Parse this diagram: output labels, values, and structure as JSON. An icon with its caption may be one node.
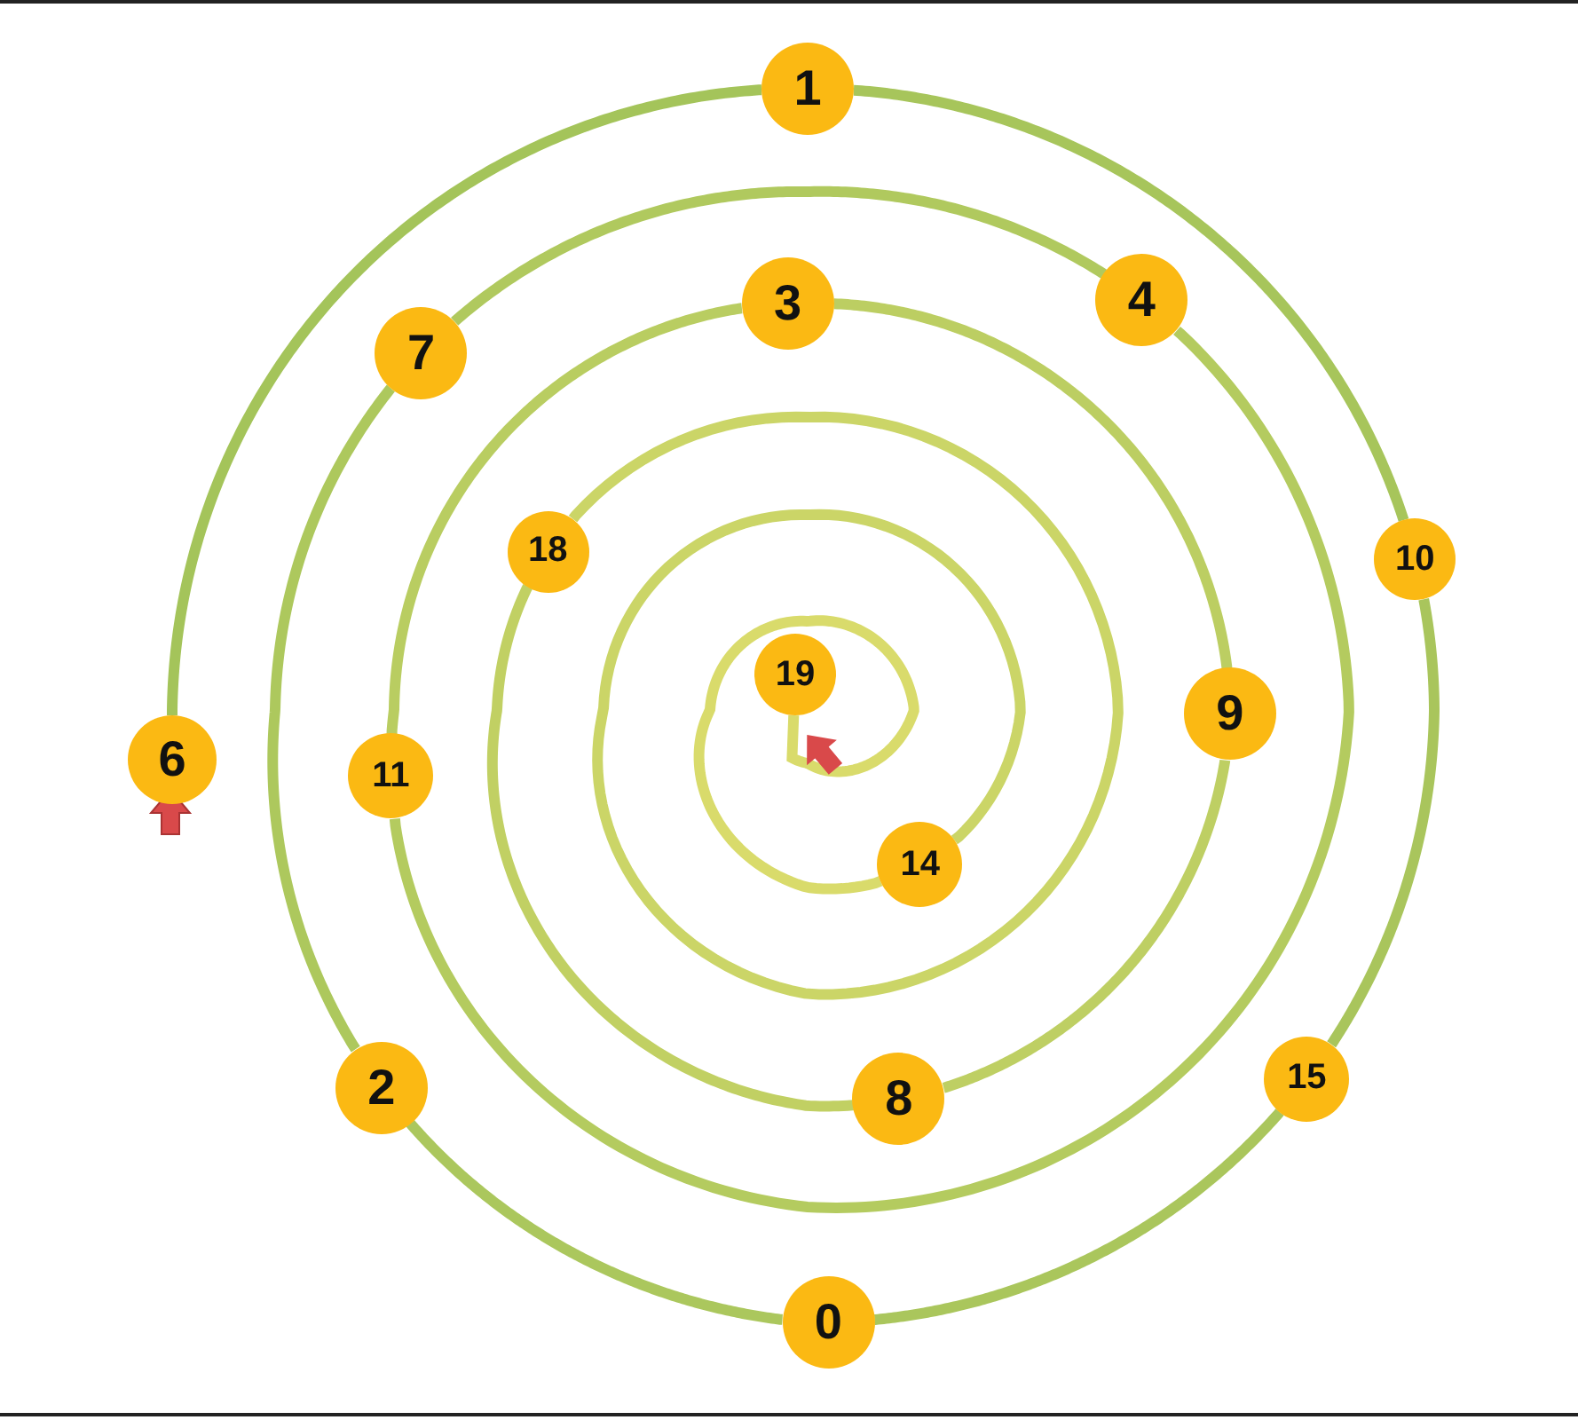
{
  "diagram": {
    "nodes": [
      {
        "text": [
          "6"
        ]
      },
      {
        "text": [
          "1"
        ]
      },
      {
        "text": [
          "10"
        ]
      },
      {
        "text": [
          "15"
        ]
      },
      {
        "text": [
          "0"
        ]
      },
      {
        "text": [
          "2"
        ]
      },
      {
        "text": [
          "7"
        ]
      },
      {
        "text": [
          "4"
        ]
      },
      {
        "text": [
          "11"
        ]
      },
      {
        "text": [
          "3"
        ]
      },
      {
        "text": [
          "9"
        ]
      },
      {
        "text": [
          "8"
        ]
      },
      {
        "text": [
          "18"
        ]
      },
      {
        "text": [
          "14"
        ]
      },
      {
        "text": [
          "19"
        ]
      }
    ],
    "edges": [
      {
        "from": 0,
        "to": 1,
        "arrow": "none"
      },
      {
        "from": 1,
        "to": 2,
        "arrow": "none"
      },
      {
        "from": 2,
        "to": 3,
        "arrow": "none"
      },
      {
        "from": 3,
        "to": 4,
        "arrow": "none"
      },
      {
        "from": 4,
        "to": 5,
        "arrow": "none"
      },
      {
        "from": 5,
        "to": 6,
        "arrow": "none"
      },
      {
        "from": 6,
        "to": 7,
        "arrow": "none"
      },
      {
        "from": 7,
        "to": 8,
        "arrow": "none"
      },
      {
        "from": 8,
        "to": 9,
        "arrow": "none"
      },
      {
        "from": 9,
        "to": 10,
        "arrow": "none"
      },
      {
        "from": 10,
        "to": 11,
        "arrow": "none"
      },
      {
        "from": 11,
        "to": 12,
        "arrow": "none"
      },
      {
        "from": 12,
        "to": 13,
        "arrow": "none"
      },
      {
        "from": 13,
        "to": 14,
        "arrow": "none"
      }
    ]
  }
}
